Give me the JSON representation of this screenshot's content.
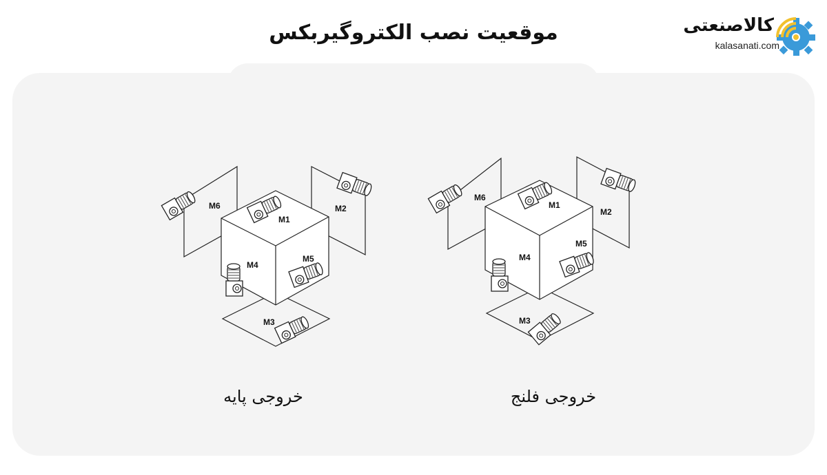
{
  "title": "موقعیت نصب الکتروگیربکس",
  "logo": {
    "name": "کالاصنعتی",
    "domain": "kalasanati.com",
    "colors": {
      "gear": "#3a9ad9",
      "signal": "#f2c12e"
    }
  },
  "diagrams": [
    {
      "caption": "خروجی پایه",
      "labels": [
        "M1",
        "M2",
        "M3",
        "M4",
        "M5",
        "M6"
      ]
    },
    {
      "caption": "خروجی فلنج",
      "labels": [
        "M1",
        "M2",
        "M3",
        "M4",
        "M5",
        "M6"
      ]
    }
  ]
}
